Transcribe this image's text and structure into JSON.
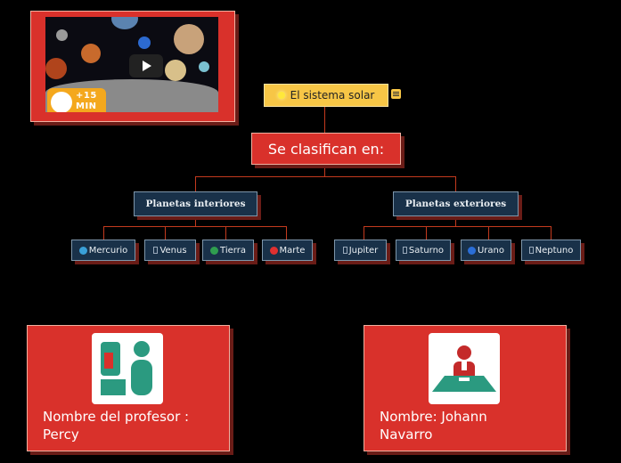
{
  "video": {
    "badge_line1": "+15",
    "badge_line2": "MIN"
  },
  "root": {
    "label": "El sistema solar"
  },
  "classify": {
    "label": "Se clasifican en:"
  },
  "groups": [
    {
      "label": "Planetas interiores"
    },
    {
      "label": "Planetas exteriores"
    }
  ],
  "planets": [
    {
      "label": "Mercurio",
      "icon": "globe-icon",
      "color": "#3aa0d8"
    },
    {
      "label": "Venus",
      "icon": "placeholder-icon"
    },
    {
      "label": "Tierra",
      "icon": "earth-icon",
      "color": "#2f9e4f"
    },
    {
      "label": "Marte",
      "icon": "red-circle-icon",
      "color": "#e03030"
    },
    {
      "label": "Jupiter",
      "icon": "placeholder-icon"
    },
    {
      "label": "Saturno",
      "icon": "placeholder-icon"
    },
    {
      "label": "Urano",
      "icon": "blue-circle-icon",
      "color": "#2b6ed6"
    },
    {
      "label": "Neptuno",
      "icon": "placeholder-icon"
    }
  ],
  "cards": [
    {
      "text": "Nombre del profesor : Percy",
      "icon": "teacher-icon"
    },
    {
      "text": "Nombre: Johann Navarro",
      "icon": "student-desk-icon"
    }
  ],
  "colors": {
    "background": "#000000",
    "card_red": "#d9312b",
    "node_navy": "#193149",
    "root_yellow": "#f7c646",
    "connector": "#c43a1e"
  }
}
